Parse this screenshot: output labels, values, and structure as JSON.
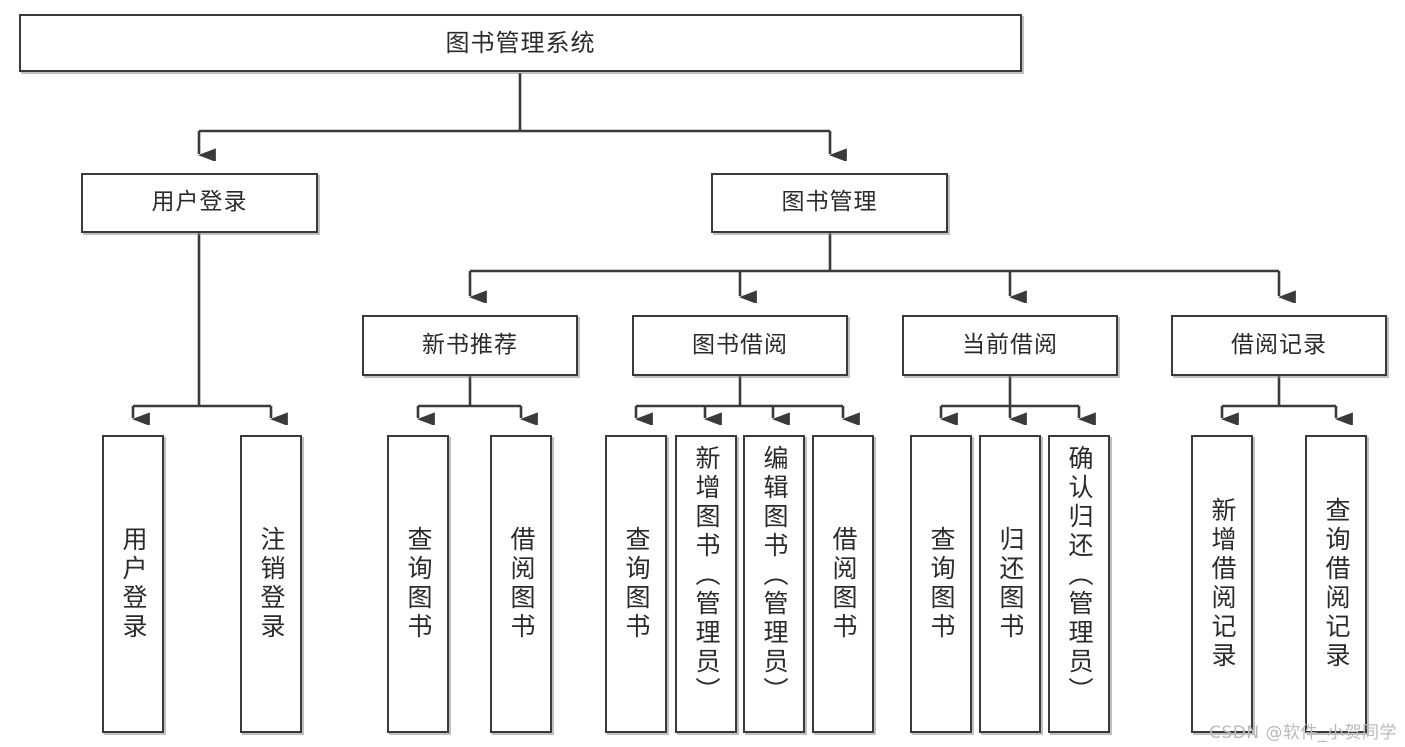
{
  "diagram": {
    "title": "图书管理系统",
    "watermark": "CSDN @软件_小贺同学",
    "root": {
      "label": "图书管理系统"
    },
    "level2": [
      {
        "label": "用户登录"
      },
      {
        "label": "图书管理"
      }
    ],
    "level3": [
      {
        "label": "新书推荐"
      },
      {
        "label": "图书借阅"
      },
      {
        "label": "当前借阅"
      },
      {
        "label": "借阅记录"
      }
    ],
    "leaves": {
      "user_login": [
        {
          "label": "用户登录"
        },
        {
          "label": "注销登录"
        }
      ],
      "new_book_recommend": [
        {
          "label": "查询图书"
        },
        {
          "label": "借阅图书"
        }
      ],
      "book_borrow": [
        {
          "label": "查询图书"
        },
        {
          "label": "新增图书（管理员）"
        },
        {
          "label": "编辑图书（管理员）"
        },
        {
          "label": "借阅图书"
        }
      ],
      "current_borrow": [
        {
          "label": "查询图书"
        },
        {
          "label": "归还图书"
        },
        {
          "label": "确认归还（管理员）"
        }
      ],
      "borrow_record": [
        {
          "label": "新增借阅记录"
        },
        {
          "label": "查询借阅记录"
        }
      ]
    }
  },
  "colors": {
    "stroke": "#3a3a3a",
    "text": "#2b2b2b",
    "background": "#ffffff",
    "watermark": "#b9b9b9"
  }
}
